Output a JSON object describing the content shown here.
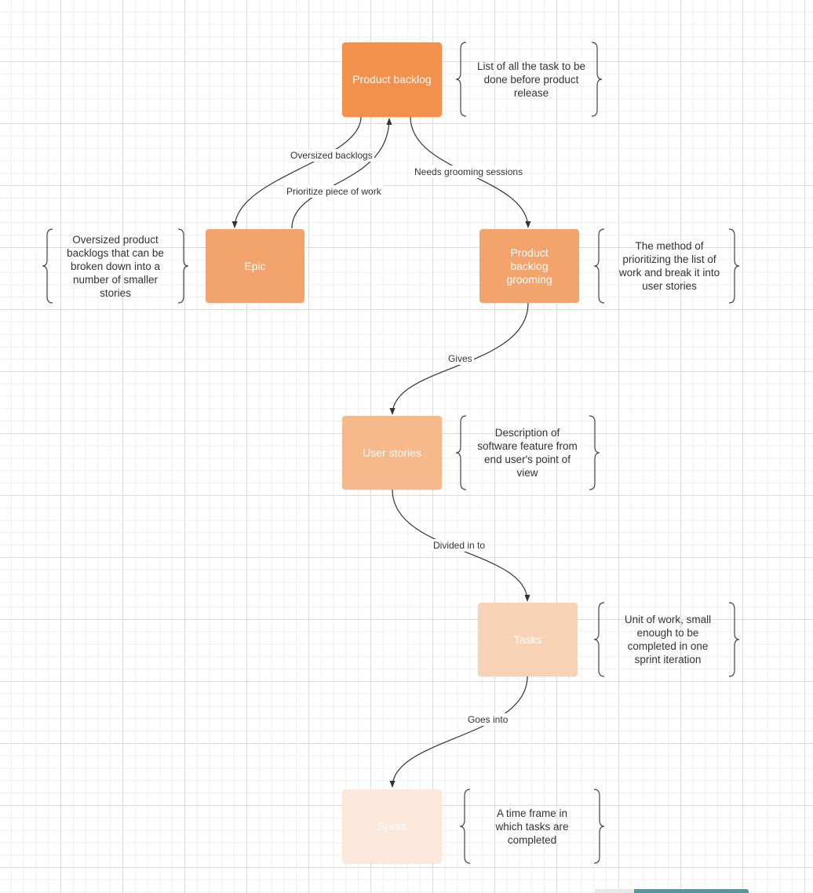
{
  "colors": {
    "product_backlog": "#f2914e",
    "epic": "#f3a46c",
    "grooming": "#f3a46c",
    "user_stories": "#f5b98b",
    "tasks": "#f8d2b5",
    "sprint": "#fce8da",
    "line": "#333333"
  },
  "nodes": {
    "product_backlog": "Product backlog",
    "epic": "Epic",
    "grooming": "Product backlog grooming",
    "user_stories": "User stories",
    "tasks": "Tasks",
    "sprint": "Sprint"
  },
  "notes": {
    "product_backlog": "List of all the task to be done before product release",
    "epic": "Oversized product backlogs that can be broken down into a number of smaller stories",
    "grooming": "The method of prioritizing the list of work and break it into user stories",
    "user_stories": "Description of software feature from end user's point of view",
    "tasks": "Unit of work, small enough to be completed in one sprint iteration",
    "sprint": "A time frame in which tasks are completed"
  },
  "edges": {
    "oversized": "Oversized backlogs",
    "prioritize": "Prioritize piece of work",
    "grooming": "Needs grooming sessions",
    "gives": "Gives",
    "divided": "Divided in to",
    "goes_into": "Goes into"
  }
}
